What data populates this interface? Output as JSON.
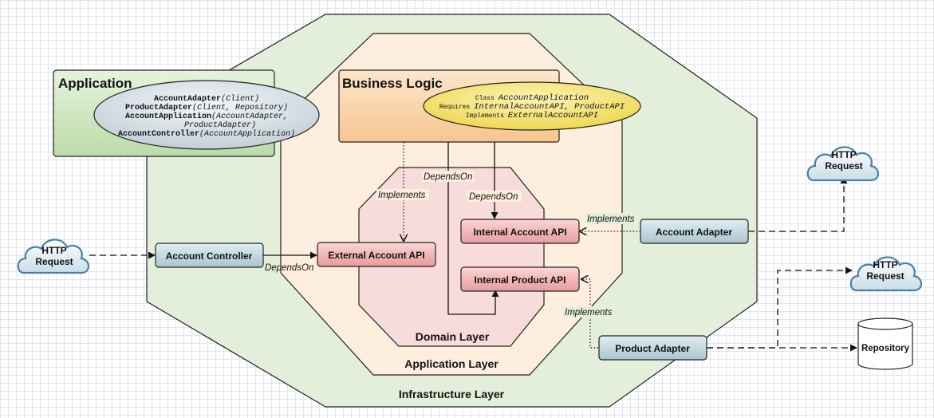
{
  "layers": {
    "infrastructure": "Infrastructure Layer",
    "application": "Application Layer",
    "domain": "Domain Layer"
  },
  "application_box": {
    "title": "Application",
    "lines": [
      {
        "name": "AccountAdapter",
        "args": "(Client)"
      },
      {
        "name": "ProductAdapter",
        "args": "(Client, Repository)"
      },
      {
        "name": "AccountApplication",
        "args": "(AccountAdapter,"
      },
      {
        "name": "",
        "args": "ProductAdapter)"
      },
      {
        "name": "AccountController",
        "args": "(AccountApplication)"
      }
    ]
  },
  "business_logic": {
    "title": "Business Logic",
    "line1": {
      "prefix": "Class ",
      "value": "AccountApplication"
    },
    "line2": {
      "prefix": "Requires ",
      "value": "InternalAccountAPI, ProductAPI"
    },
    "line3": {
      "prefix": "Implements ",
      "value": "ExternalAccountAPI"
    }
  },
  "nodes": {
    "account_controller": "Account Controller",
    "external_account_api": "External Account API",
    "internal_account_api": "Internal Account API",
    "internal_product_api": "Internal Product API",
    "account_adapter": "Account Adapter",
    "product_adapter": "Product Adapter",
    "repository": "Repository"
  },
  "clouds": {
    "left": [
      "HTTP",
      "Request"
    ],
    "top_right": [
      "HTTP",
      "Request"
    ],
    "mid_right": [
      "HTTP",
      "Request"
    ]
  },
  "edge_labels": {
    "depends_on_controller": "DependsOn",
    "implements_ext": "Implements",
    "depends_on_mid": "DependsOn",
    "depends_on_int": "DependsOn",
    "implements_acct_adapter": "Implements",
    "implements_prod_adapter": "Implements"
  },
  "colors": {
    "infrastructure_fill": "#e3eedb",
    "application_layer_fill": "#fdeedd",
    "domain_fill": "#f8dcdc",
    "app_box_fill": "#cfe6c2",
    "business_box_fill": "#fbd9b4",
    "ellipse_app": "#dde6ea",
    "ellipse_business": "#f6e97f",
    "red_node": "#f2b6b6",
    "blue_node": "#c5dbe3"
  }
}
